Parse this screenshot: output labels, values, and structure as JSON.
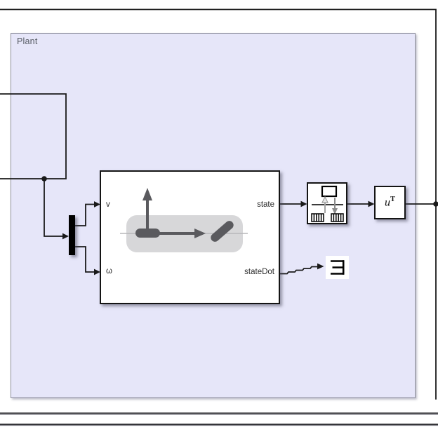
{
  "plant_area": {
    "label": "Plant",
    "fill_color": "#e6e6f9",
    "border_color": "#8f909e"
  },
  "plant_block": {
    "port_v": "v",
    "port_w": "ω",
    "port_state": "state",
    "port_statedot": "stateDot",
    "icon": "differential-drive-robot-icon"
  },
  "demux": {
    "icon": "demux-bar-icon"
  },
  "buffer_block": {
    "icon": "buffer-frames-icon"
  },
  "transpose_block": {
    "label_base": "u",
    "label_sup": "T"
  },
  "terminator_block": {
    "icon": "terminator-icon"
  },
  "wires": {
    "color": "#1a1a1a"
  }
}
